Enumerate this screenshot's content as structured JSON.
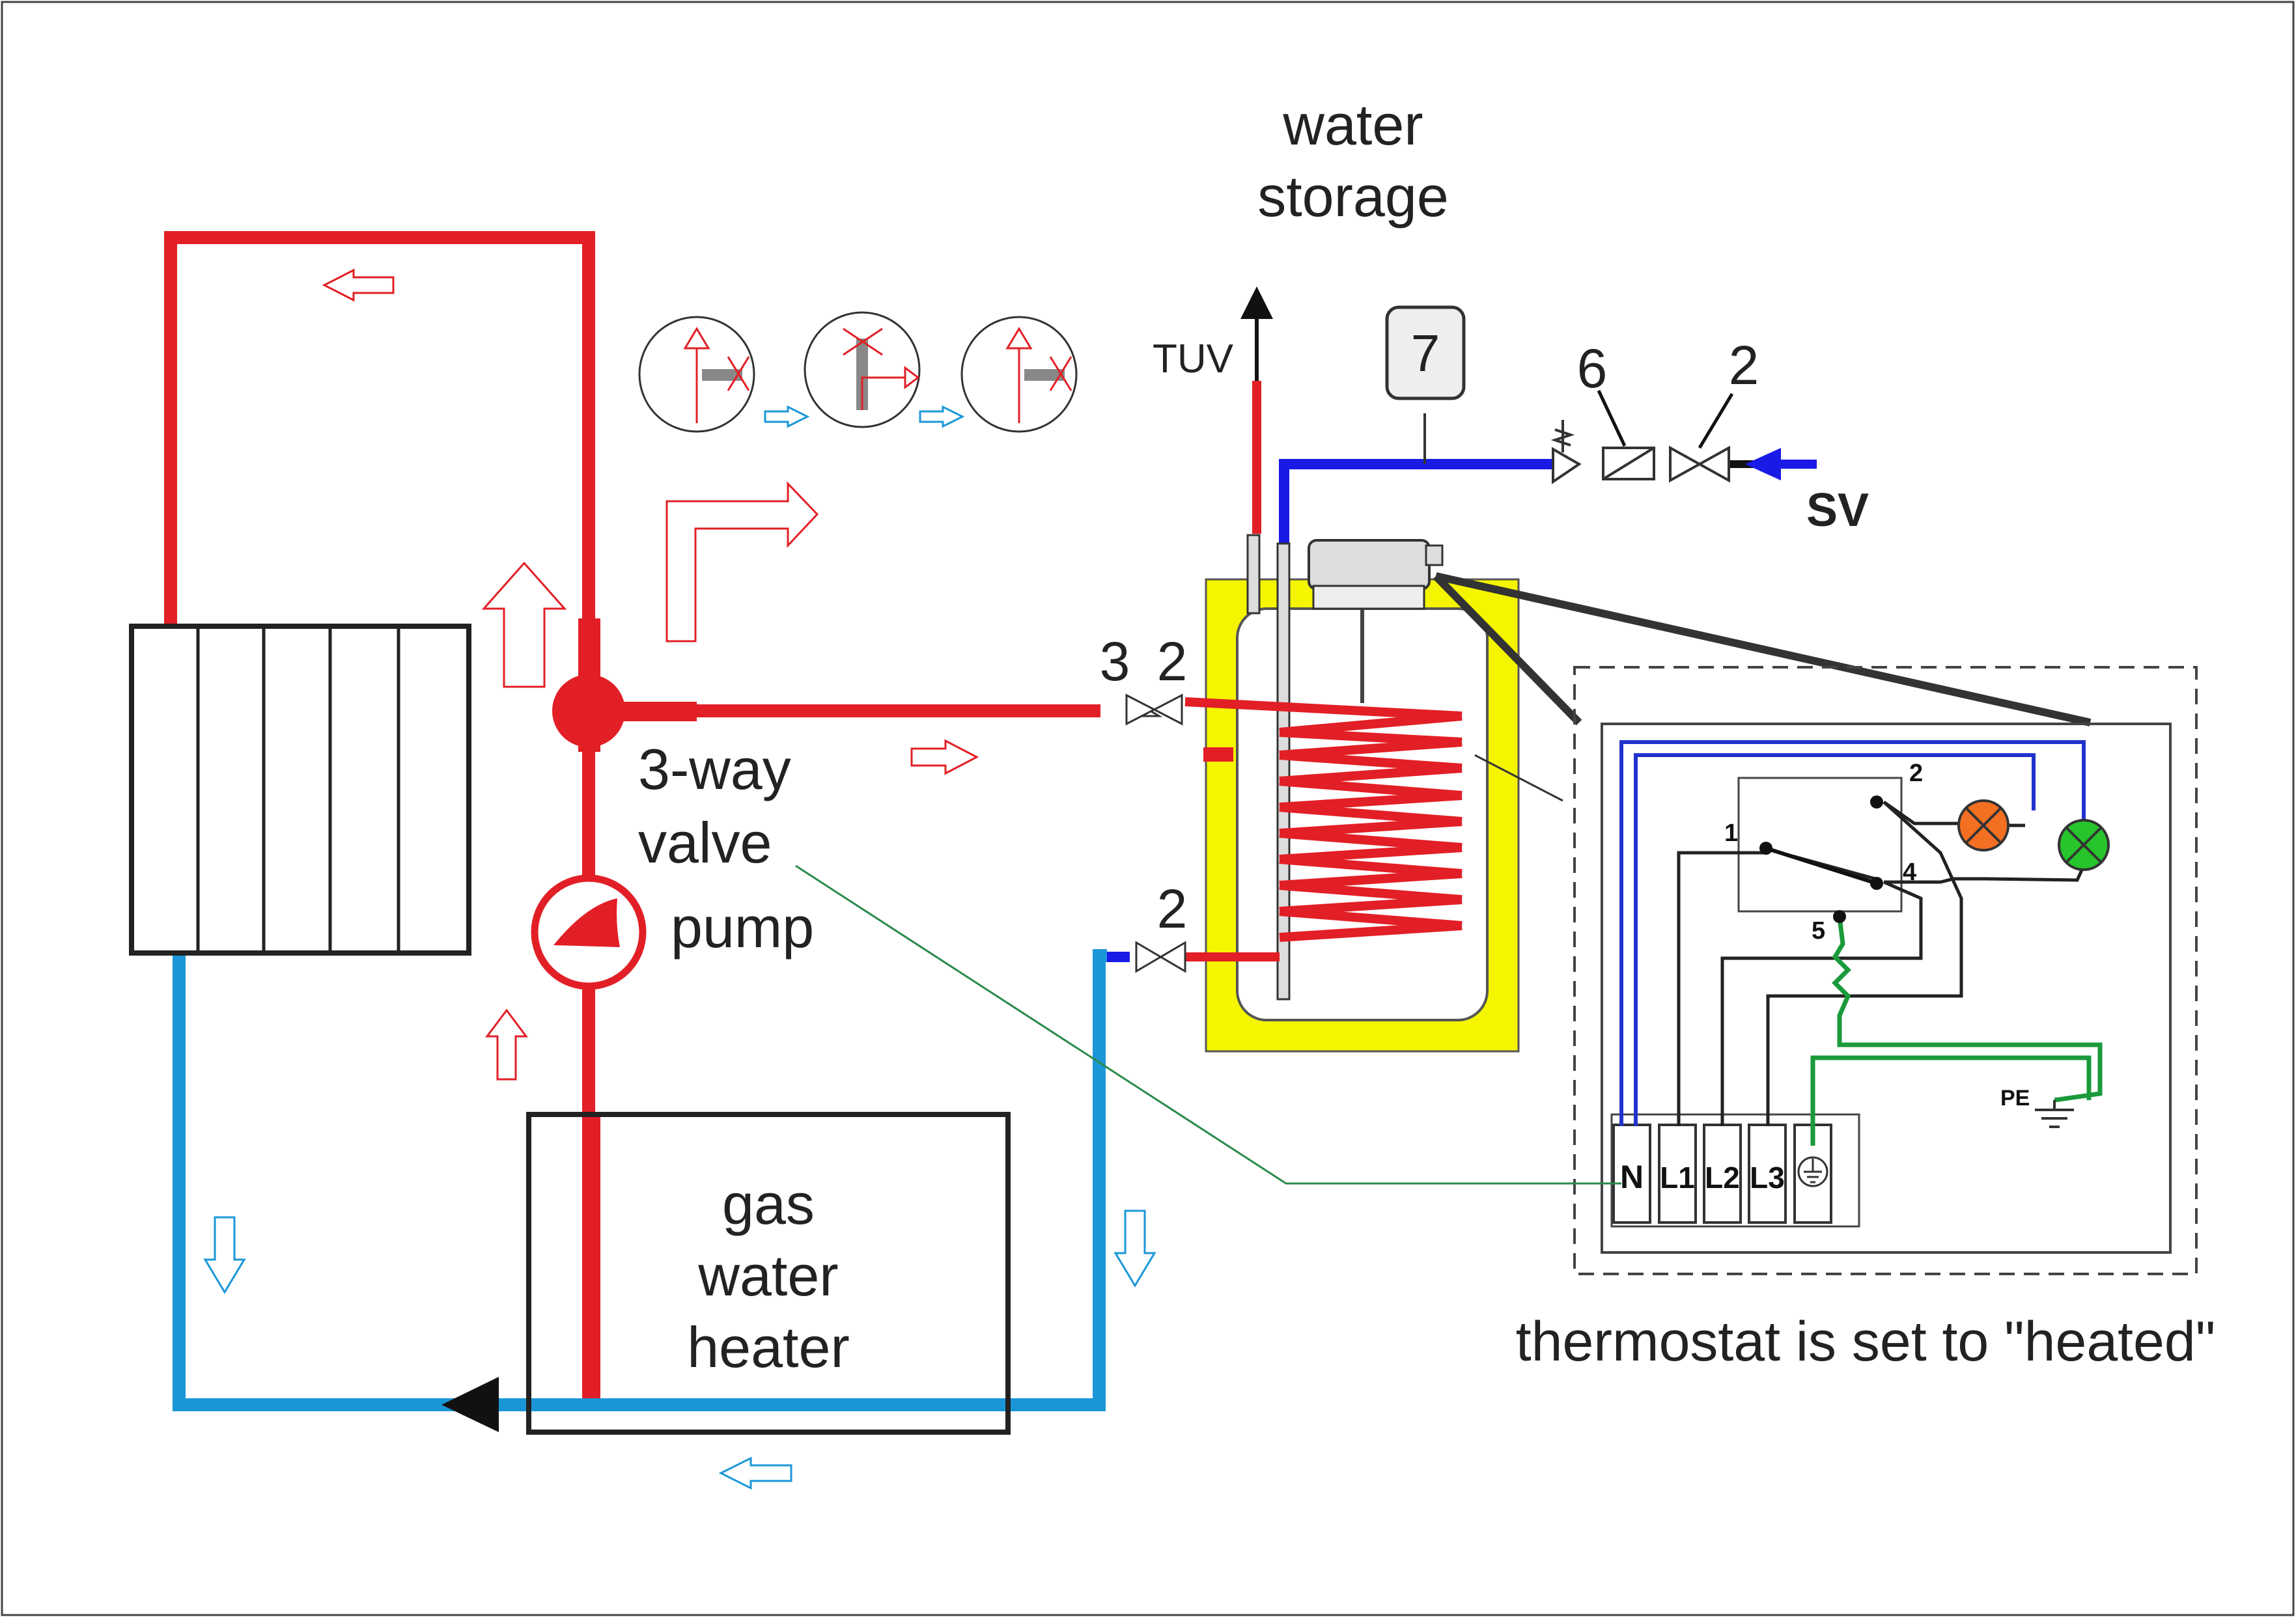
{
  "labels": {
    "water_storage_line1": "water",
    "water_storage_line2": "storage",
    "tuv": "TUV",
    "sv": "SV",
    "expansion_vessel_num": "7",
    "safety_valve_num": "6",
    "inlet_valve_num": "2",
    "coil_top_valve_num": "2",
    "coil_top_fitting_num": "3",
    "coil_bottom_valve_num": "2",
    "three_way_line1": "3-way",
    "three_way_line2": "valve",
    "pump": "pump",
    "heater_line1": "gas",
    "heater_line2": "water",
    "heater_line3": "heater",
    "thermostat_caption": "thermostat is set to \"heated\"",
    "terminal_1": "1",
    "terminal_2": "2",
    "terminal_4": "4",
    "terminal_5": "5",
    "pe": "PE",
    "term_n": "N",
    "term_l1": "L1",
    "term_l2": "L2",
    "term_l3": "L3"
  },
  "colors": {
    "hot": "#e21f26",
    "cold": "#1b97d8",
    "supply": "#1a1ae6",
    "dark": "#222222",
    "tank": "#f5f500",
    "lamp_orange": "#f36f21",
    "lamp_green": "#27c42b",
    "earth": "#1a9a3a",
    "wire_blue": "#2233cc",
    "leader": "#2a8a4a"
  },
  "icons": [
    "flow-arrow-icon",
    "valve-position-icon",
    "pump-icon",
    "ball-valve-icon",
    "safety-valve-icon",
    "check-valve-icon",
    "indicator-lamp-icon",
    "ground-icon"
  ]
}
